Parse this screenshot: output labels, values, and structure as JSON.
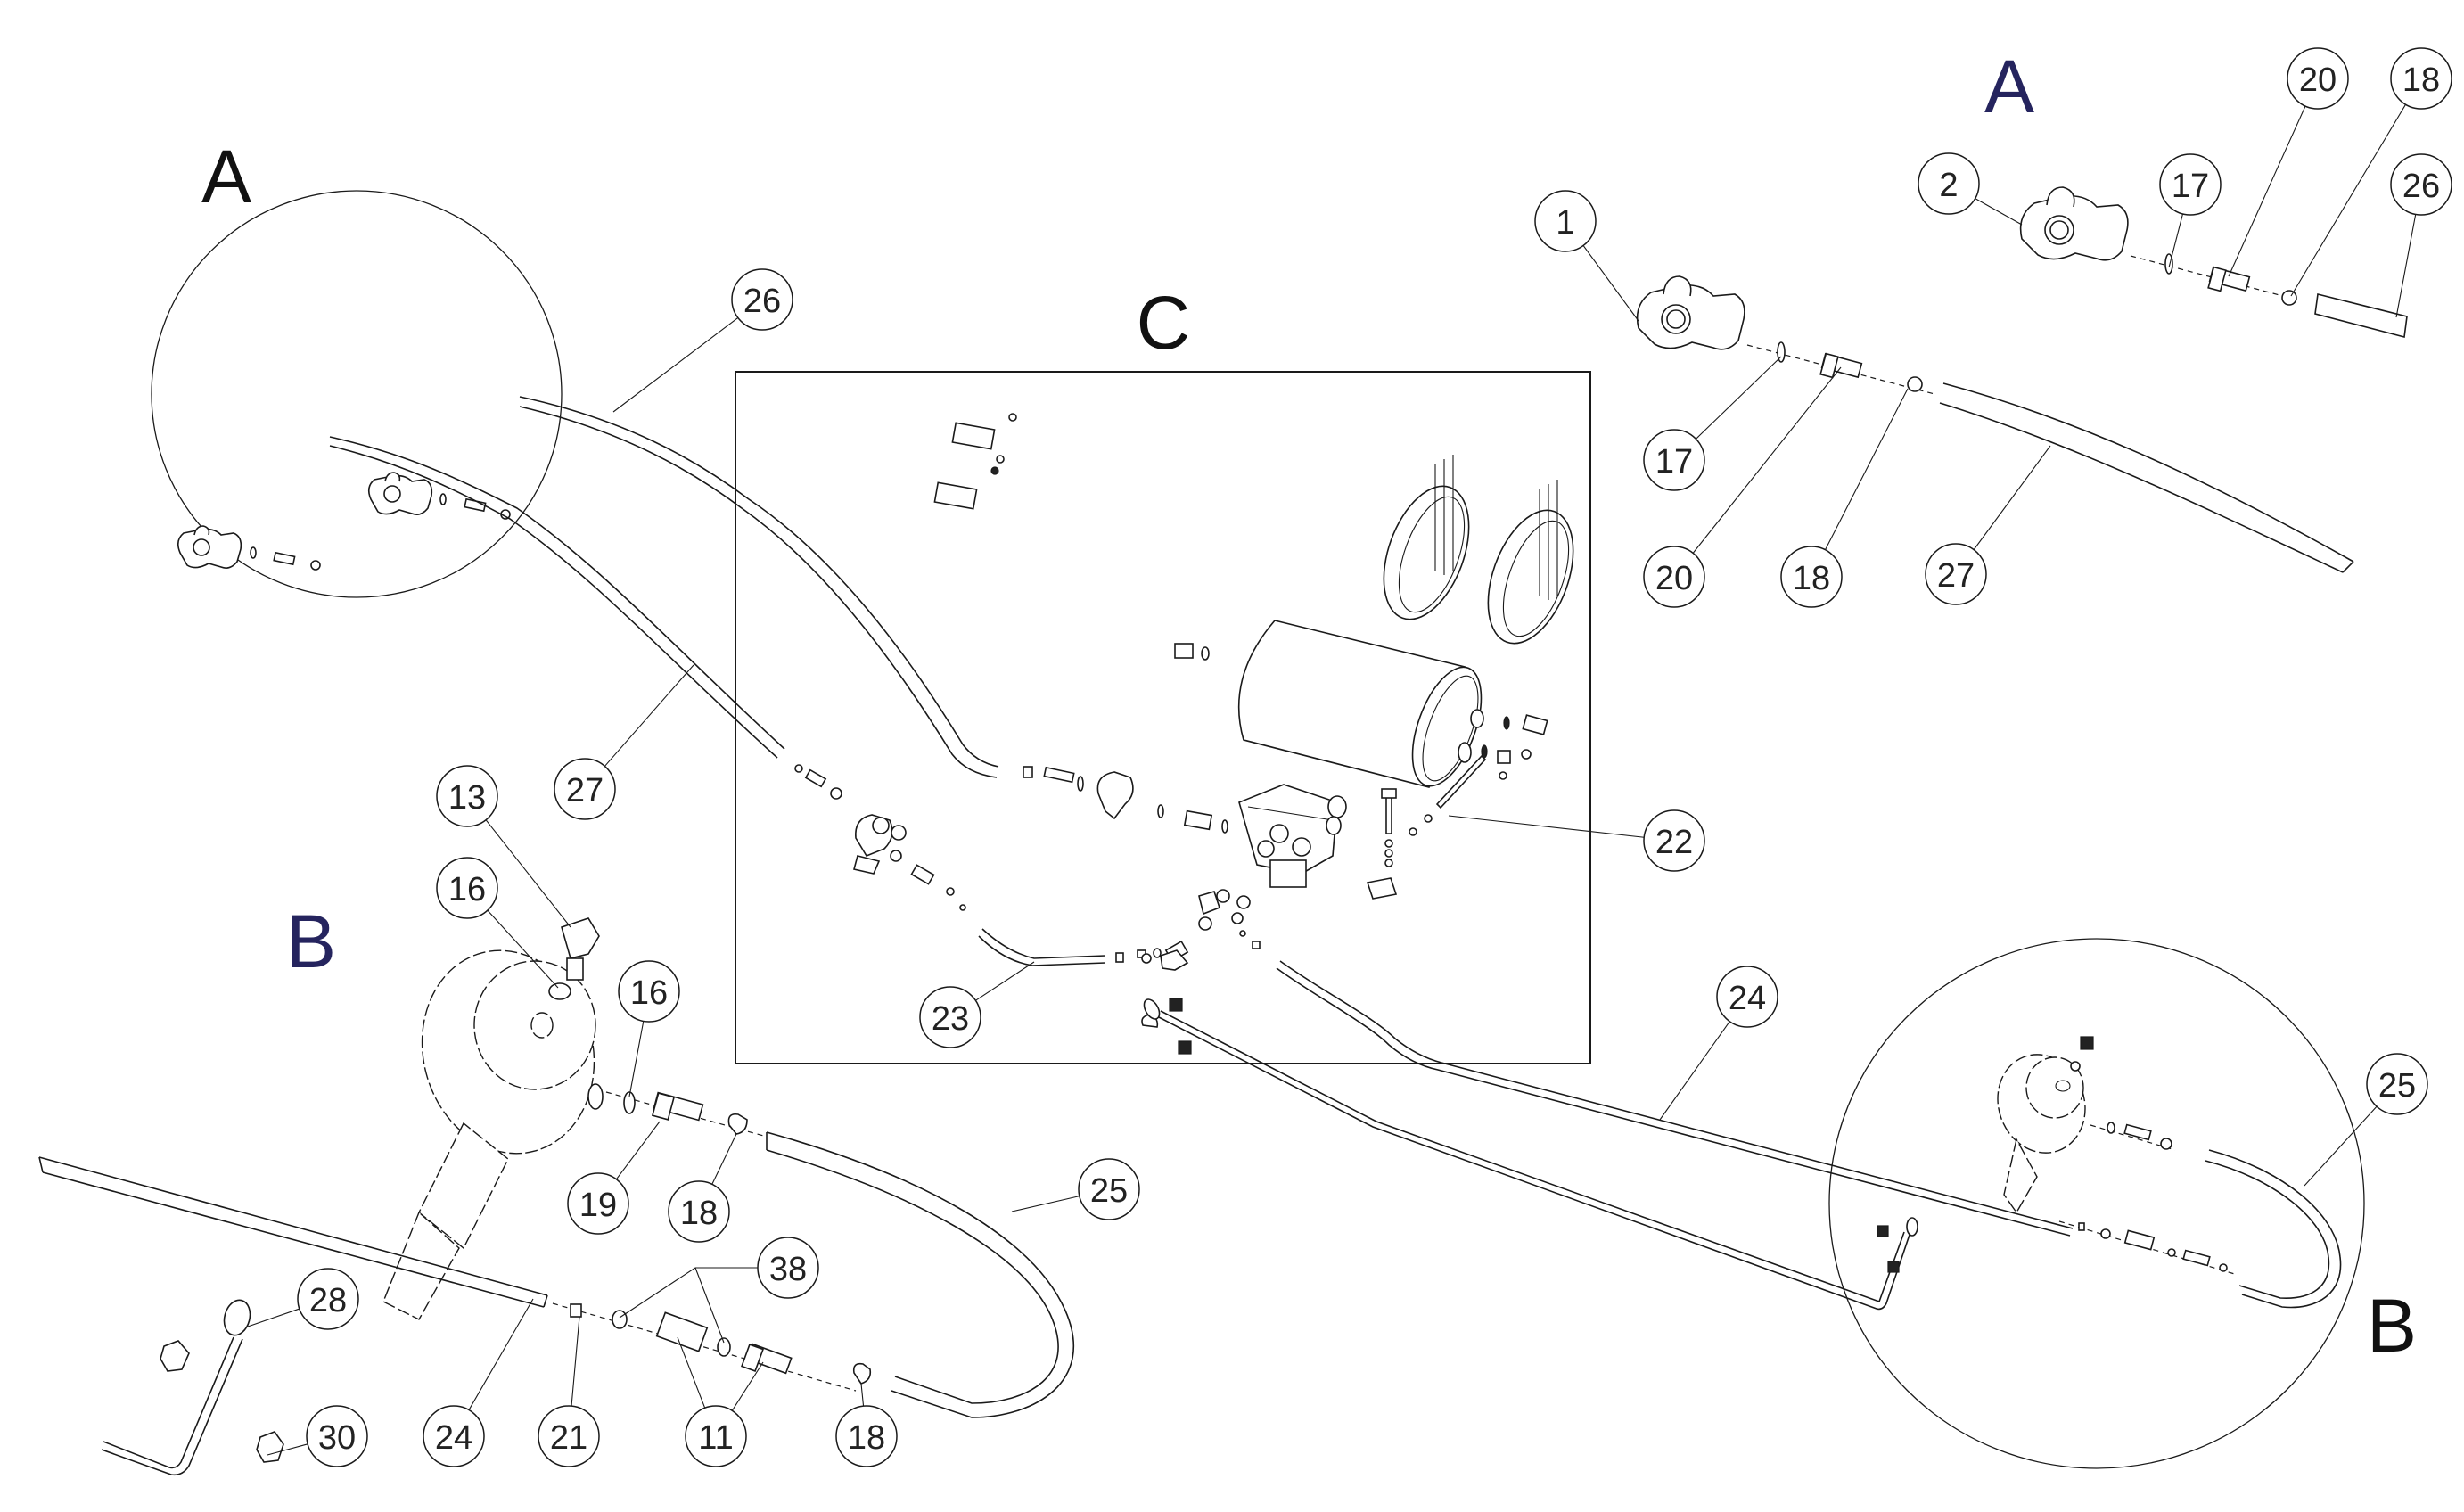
{
  "diagram": {
    "type": "exploded-parts-diagram",
    "subject": "trailer air brake system"
  },
  "colors": {
    "line": "#1a1a1a",
    "callout_text": "#222222",
    "letter_black": "#111111",
    "letter_navy": "#25245e"
  },
  "view_labels": [
    {
      "id": "A-left",
      "text": "A",
      "color": "#111111"
    },
    {
      "id": "A-right",
      "text": "A",
      "color": "#25245e"
    },
    {
      "id": "B-left",
      "text": "B",
      "color": "#25245e"
    },
    {
      "id": "B-right",
      "text": "B",
      "color": "#111111"
    },
    {
      "id": "C",
      "text": "C",
      "color": "#111111"
    }
  ],
  "callouts": [
    {
      "label": "26",
      "group": "A-left"
    },
    {
      "label": "27",
      "group": "A-left"
    },
    {
      "label": "1",
      "group": "A-right"
    },
    {
      "label": "2",
      "group": "A-right"
    },
    {
      "label": "17",
      "group": "A-right"
    },
    {
      "label": "20",
      "group": "A-right"
    },
    {
      "label": "18",
      "group": "A-right"
    },
    {
      "label": "26",
      "group": "A-right"
    },
    {
      "label": "17",
      "group": "A-right"
    },
    {
      "label": "20",
      "group": "A-right"
    },
    {
      "label": "18",
      "group": "A-right"
    },
    {
      "label": "27",
      "group": "A-right"
    },
    {
      "label": "22",
      "group": "C"
    },
    {
      "label": "23",
      "group": "C"
    },
    {
      "label": "24",
      "group": "C"
    },
    {
      "label": "13",
      "group": "B-left"
    },
    {
      "label": "16",
      "group": "B-left"
    },
    {
      "label": "16",
      "group": "B-left"
    },
    {
      "label": "19",
      "group": "B-left"
    },
    {
      "label": "18",
      "group": "B-left"
    },
    {
      "label": "25",
      "group": "B-left"
    },
    {
      "label": "38",
      "group": "B-left"
    },
    {
      "label": "28",
      "group": "B-left"
    },
    {
      "label": "30",
      "group": "B-left"
    },
    {
      "label": "24",
      "group": "B-left"
    },
    {
      "label": "21",
      "group": "B-left"
    },
    {
      "label": "11",
      "group": "B-left"
    },
    {
      "label": "18",
      "group": "B-left"
    },
    {
      "label": "25",
      "group": "B-right"
    }
  ]
}
